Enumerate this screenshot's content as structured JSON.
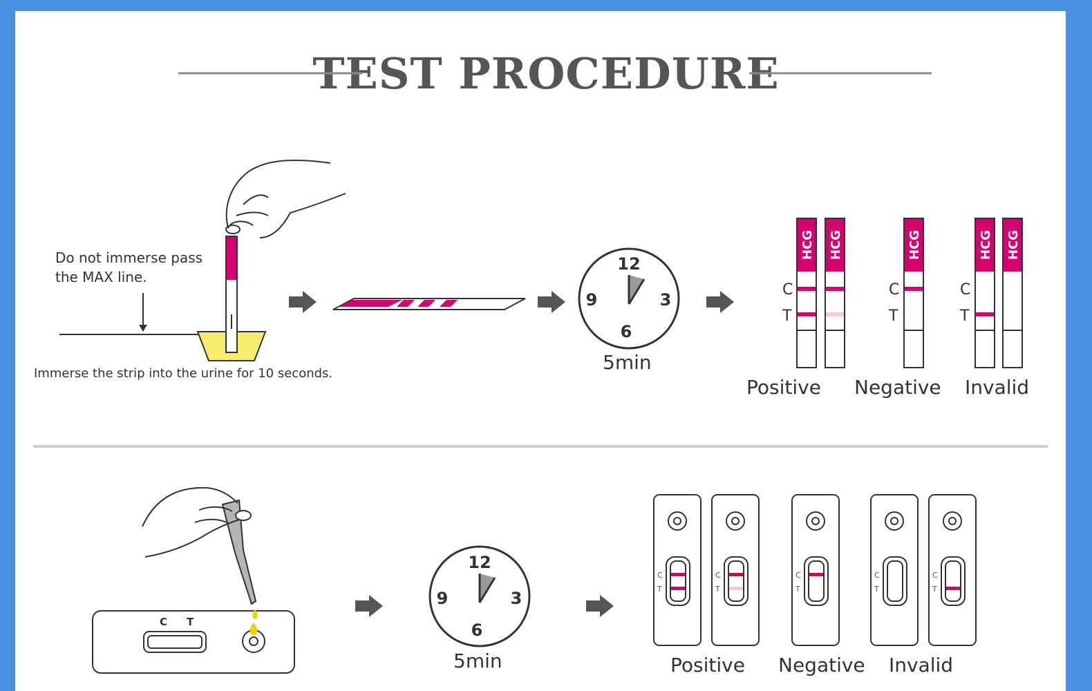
{
  "title": "TEST PROCEDURE",
  "strip_section": {
    "warning_line1": "Do not immerse pass",
    "warning_line2": "the MAX line.",
    "instruction": "Immerse the strip into the urine for 10 seconds.",
    "wait_time": "5min",
    "strip_brand": "HCG",
    "control_label": "C",
    "test_label": "T",
    "results": [
      "Positive",
      "Negative",
      "Invalid"
    ]
  },
  "cassette_section": {
    "cassette_control": "C",
    "cassette_test": "T",
    "wait_time": "5min",
    "results": [
      "Positive",
      "Negative",
      "Invalid"
    ]
  },
  "clock": {
    "n12": "12",
    "n3": "3",
    "n6": "6",
    "n9": "9"
  },
  "colors": {
    "background": "#4a90e2",
    "accent": "#d6006e",
    "urine": "#f7ec6e",
    "line": "#333333",
    "arrow": "#555555"
  }
}
